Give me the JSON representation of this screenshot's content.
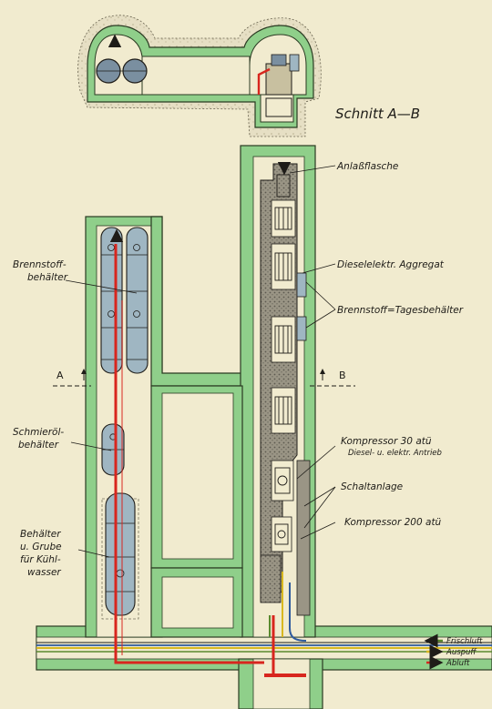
{
  "section_title": "Schnitt A—B",
  "section_marks": {
    "left": "A",
    "right": "B"
  },
  "labels_left": {
    "brennstoff_line1": "Brennstoff-",
    "brennstoff_line2": "behälter",
    "schmieroel_line1": "Schmieröl-",
    "schmieroel_line2": "behälter",
    "kuehl_line1": "Behälter",
    "kuehl_line2": "u. Grube",
    "kuehl_line3": "für Kühl-",
    "kuehl_line4": "wasser"
  },
  "labels_right": {
    "anlassflasche": "Anlaßflasche",
    "aggregat": "Dieselelektr. Aggregat",
    "tagesbehaelter": "Brennstoff=Tagesbehälter",
    "kompressor30_line1": "Kompressor 30 atü",
    "kompressor30_line2": "Diesel- u. elektr. Antrieb",
    "schaltanlage": "Schaltanlage",
    "kompressor200": "Kompressor 200 atü"
  },
  "legend": [
    {
      "label": "Frischluft",
      "color": "#5a8a2e"
    },
    {
      "label": "Auspuff",
      "color": "#d8b820"
    },
    {
      "label": "Abluft",
      "color": "#d8261e"
    }
  ],
  "colors": {
    "background": "#f1ebcf",
    "rock": "#e6dfc4",
    "wall": "#8fcf8a",
    "wall_edge": "#2a3a22",
    "tank": "#9fb6c2",
    "air_red": "#d8261e",
    "exhaust_yellow": "#d8b820",
    "fresh_green": "#5a8a2e",
    "cable_blue": "#2e5a9e"
  }
}
